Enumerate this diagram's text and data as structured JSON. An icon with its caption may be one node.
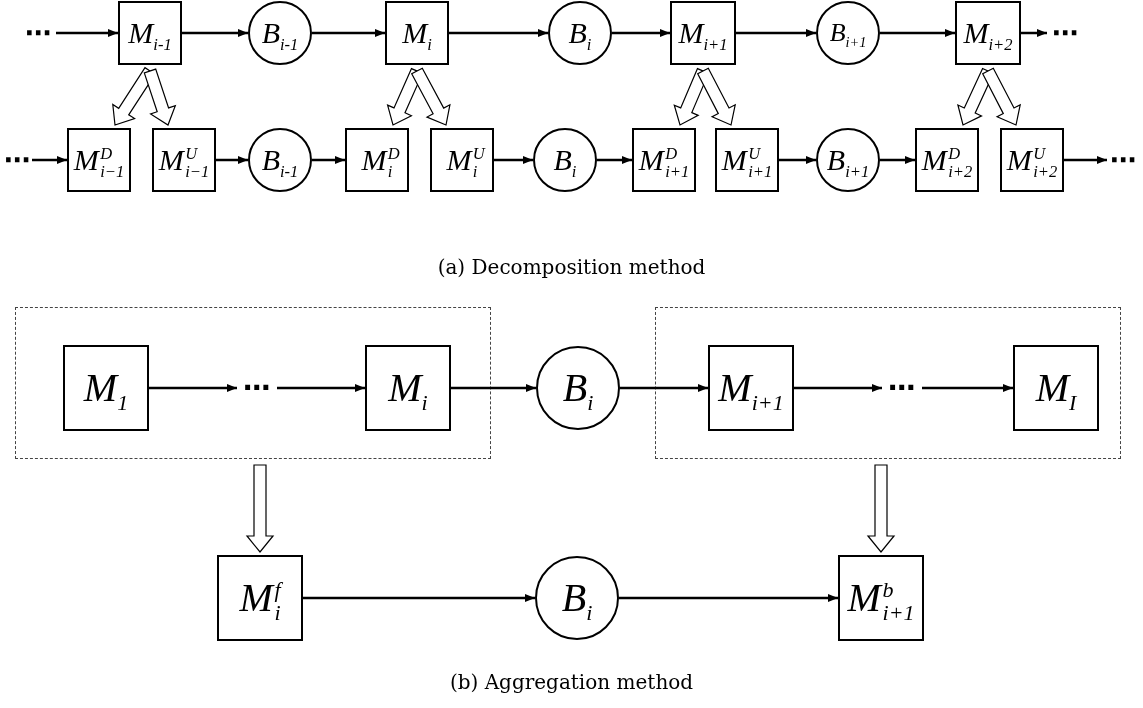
{
  "diagram": {
    "nodes": [
      {
        "text": [
          "⋯"
        ]
      },
      {
        "text": [
          "M$_{i-1}$"
        ]
      },
      {
        "text": [
          "B$_{i-1}$"
        ]
      },
      {
        "text": [
          "M$_{i}$"
        ]
      },
      {
        "text": [
          "B$_{i}$"
        ]
      },
      {
        "text": [
          "M$_{i+1}$"
        ]
      },
      {
        "text": [
          "B$_{i+1}$"
        ]
      },
      {
        "text": [
          "M$_{i+2}$"
        ]
      },
      {
        "text": [
          "⋯"
        ]
      },
      {
        "text": [
          "⋯"
        ]
      },
      {
        "text": [
          "M$^{D}$$_{i−1}$"
        ]
      },
      {
        "text": [
          "M$^{U}$$_{i−1}$"
        ]
      },
      {
        "text": [
          "B$_{i-1}$"
        ]
      },
      {
        "text": [
          "M$^{D}$$_{i}$"
        ]
      },
      {
        "text": [
          "M$^{U}$$_{i}$"
        ]
      },
      {
        "text": [
          "B$_{i}$"
        ]
      },
      {
        "text": [
          "M$^{D}$$_{i+1}$"
        ]
      },
      {
        "text": [
          "M$^{U}$$_{i+1}$"
        ]
      },
      {
        "text": [
          "B$_{i+1}$"
        ]
      },
      {
        "text": [
          "M$^{D}$$_{i+2}$"
        ]
      },
      {
        "text": [
          "M$^{U}$$_{i+2}$"
        ]
      },
      {
        "text": [
          "⋯"
        ]
      },
      {
        "text": [],
        "shape": "box"
      },
      {
        "text": [
          "M$_{1}$"
        ],
        "in": 22
      },
      {
        "text": [
          "⋯"
        ],
        "in": 22
      },
      {
        "text": [
          "M$_{i}$"
        ],
        "in": 22
      },
      {
        "text": [
          "B$_{i}$"
        ]
      },
      {
        "text": [],
        "shape": "box"
      },
      {
        "text": [
          "M$_{i+1}$"
        ],
        "in": 27
      },
      {
        "text": [
          "⋯"
        ],
        "in": 27
      },
      {
        "text": [
          "M$_{I}$"
        ],
        "in": 27
      },
      {
        "text": [
          "M$^{f}$$_{i}$"
        ]
      },
      {
        "text": [
          "B$_{i}$"
        ]
      },
      {
        "text": [
          "M$^{b}$$_{i+1}$"
        ]
      }
    ],
    "edges": [
      {
        "from": 0,
        "to": 1,
        "arrow": "to"
      },
      {
        "from": 1,
        "to": 2,
        "arrow": "to"
      },
      {
        "from": 2,
        "to": 3,
        "arrow": "to"
      },
      {
        "from": 3,
        "to": 4,
        "arrow": "to"
      },
      {
        "from": 4,
        "to": 5,
        "arrow": "to"
      },
      {
        "from": 5,
        "to": 6,
        "arrow": "to"
      },
      {
        "from": 6,
        "to": 7,
        "arrow": "to"
      },
      {
        "from": 7,
        "to": 8,
        "arrow": "to"
      },
      {
        "from": 9,
        "to": 10,
        "arrow": "to"
      },
      {
        "from": 11,
        "to": 12,
        "arrow": "to"
      },
      {
        "from": 12,
        "to": 13,
        "arrow": "to"
      },
      {
        "from": 14,
        "to": 15,
        "arrow": "to"
      },
      {
        "from": 15,
        "to": 16,
        "arrow": "to"
      },
      {
        "from": 17,
        "to": 18,
        "arrow": "to"
      },
      {
        "from": 18,
        "to": 19,
        "arrow": "to"
      },
      {
        "from": 20,
        "to": 21,
        "arrow": "to"
      },
      {
        "from": 1,
        "to": 10,
        "arrow": "to",
        "style": "thick"
      },
      {
        "from": 1,
        "to": 11,
        "arrow": "to",
        "style": "thick"
      },
      {
        "from": 3,
        "to": 13,
        "arrow": "to",
        "style": "thick"
      },
      {
        "from": 3,
        "to": 14,
        "arrow": "to",
        "style": "thick"
      },
      {
        "from": 5,
        "to": 16,
        "arrow": "to",
        "style": "thick"
      },
      {
        "from": 5,
        "to": 17,
        "arrow": "to",
        "style": "thick"
      },
      {
        "from": 7,
        "to": 19,
        "arrow": "to",
        "style": "thick"
      },
      {
        "from": 7,
        "to": 20,
        "arrow": "to",
        "style": "thick"
      },
      {
        "from": 23,
        "to": 24,
        "arrow": "to"
      },
      {
        "from": 24,
        "to": 25,
        "arrow": "to"
      },
      {
        "from": 25,
        "to": 26,
        "arrow": "to"
      },
      {
        "from": 26,
        "to": 28,
        "arrow": "to"
      },
      {
        "from": 28,
        "to": 29,
        "arrow": "to"
      },
      {
        "from": 29,
        "to": 30,
        "arrow": "to"
      },
      {
        "from": 22,
        "to": 31,
        "arrow": "to",
        "style": "thick"
      },
      {
        "from": 27,
        "to": 33,
        "arrow": "to",
        "style": "thick"
      },
      {
        "from": 31,
        "to": 32,
        "arrow": "to"
      },
      {
        "from": 32,
        "to": 33,
        "arrow": "to"
      }
    ],
    "labels": [
      "(a) Decomposition method",
      "(b) Aggregation method"
    ]
  }
}
